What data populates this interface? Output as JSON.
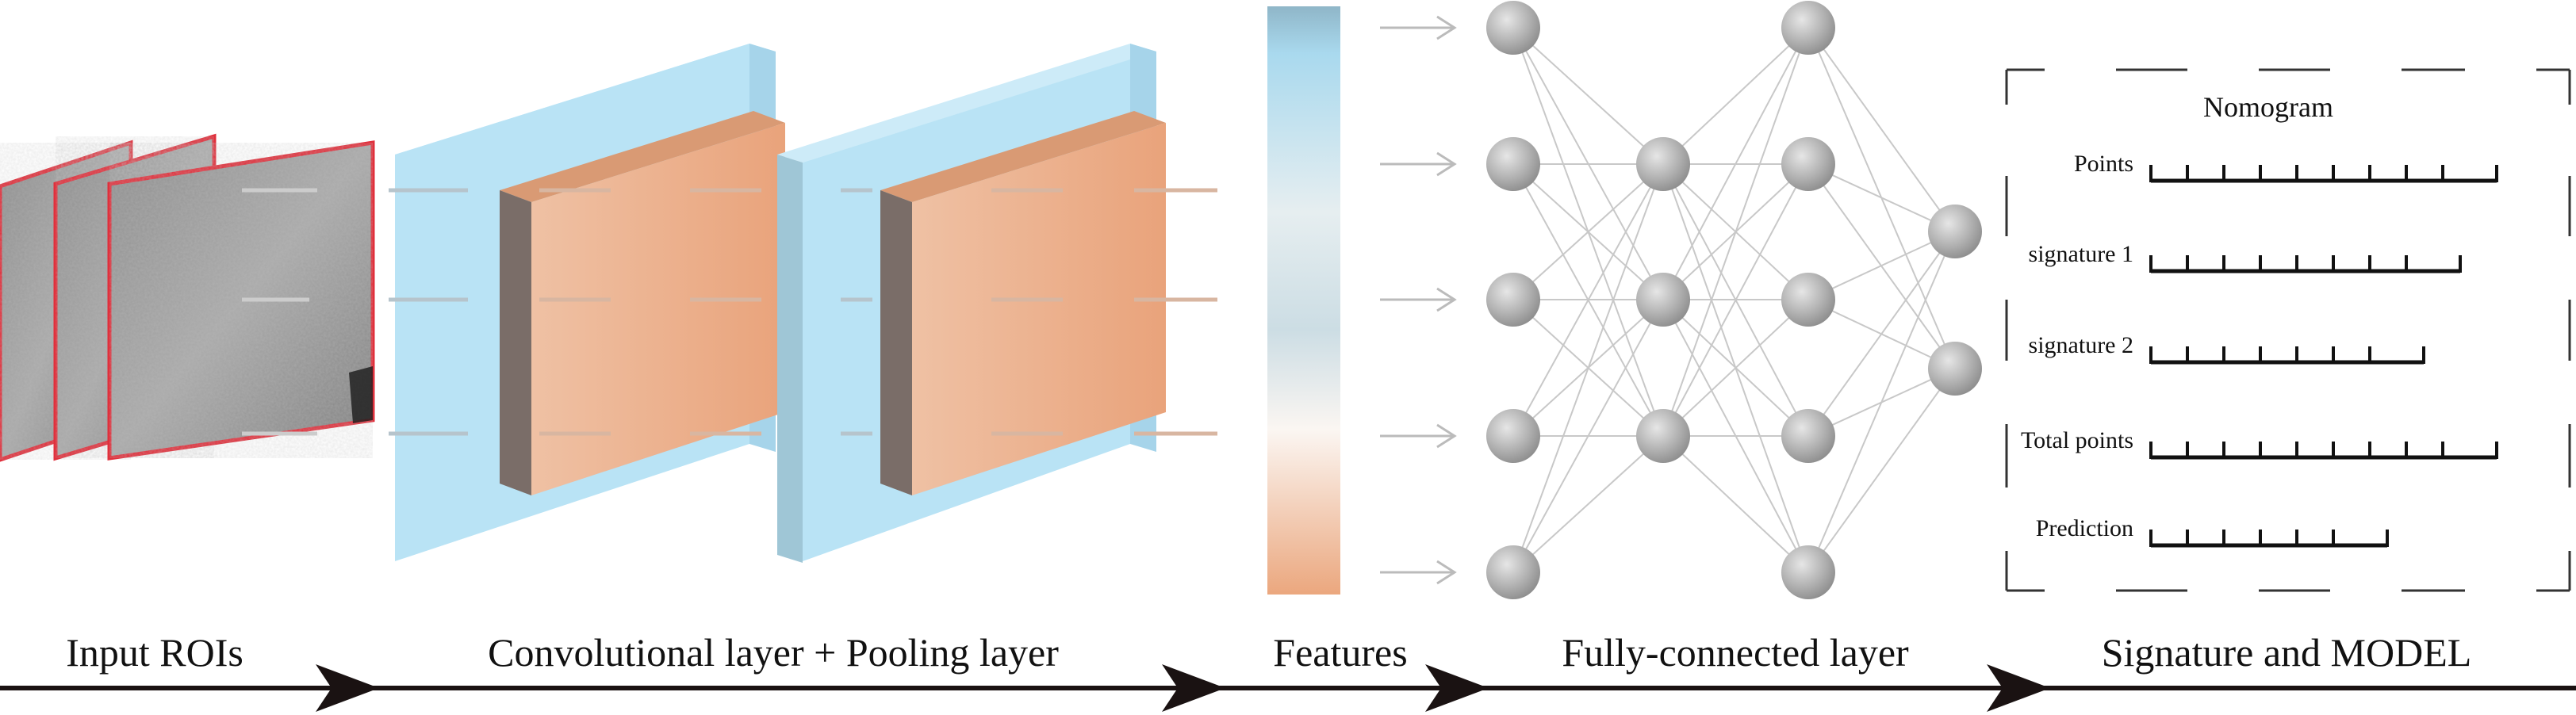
{
  "stages": [
    {
      "label": "Input ROIs"
    },
    {
      "label": "Convolutional layer + Pooling layer"
    },
    {
      "label": "Features"
    },
    {
      "label": "Fully-connected layer"
    },
    {
      "label": "Signature and MODEL"
    }
  ],
  "nomogram": {
    "title": "Nomogram",
    "rows": [
      {
        "label": "Points",
        "ticks": 10
      },
      {
        "label": "signature 1",
        "ticks": 9
      },
      {
        "label": "signature 2",
        "ticks": 8
      },
      {
        "label": "Total points",
        "ticks": 10
      },
      {
        "label": "Prediction",
        "ticks": 7
      }
    ]
  },
  "network": {
    "layer_sizes": [
      5,
      3,
      5,
      2
    ]
  },
  "colors": {
    "roi_border": "#e0303c",
    "conv_blue": "#b9e3f5",
    "pool_orange": "#e8aa84",
    "node_gray": "#a9a9a9",
    "arrow": "#1a1212",
    "feature_arrow": "#bbbbbb"
  },
  "icons": {
    "stage_arrow": "arrowhead-right-icon",
    "feature_arrow": "thin-arrow-right-icon"
  }
}
